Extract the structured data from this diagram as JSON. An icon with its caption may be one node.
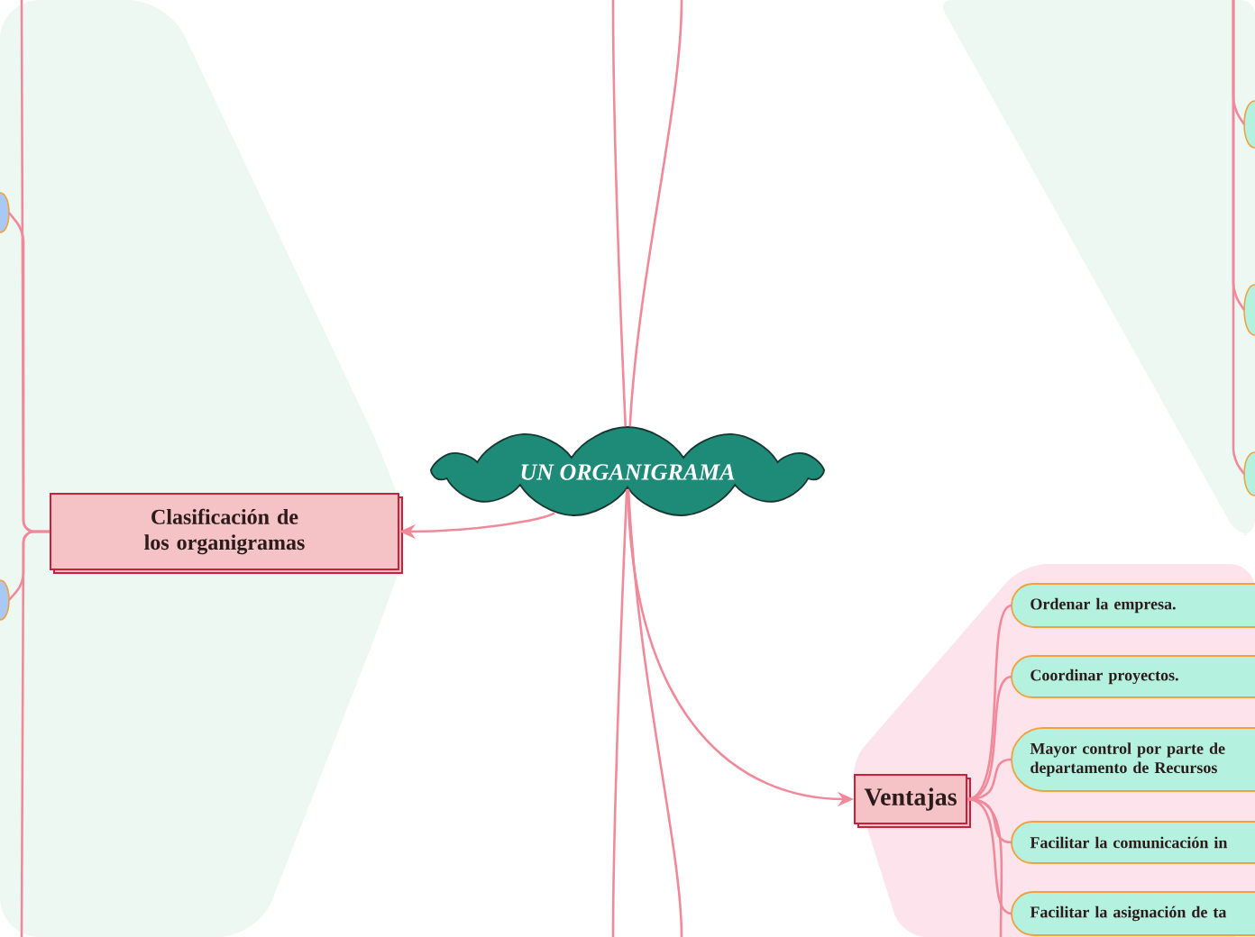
{
  "diagram": {
    "nodes": [
      {
        "text": [],
        "shape": "band"
      },
      {
        "text": [],
        "shape": "circle",
        "in": 0
      },
      {
        "text": [
          "Clasificación de los organigramas"
        ],
        "in": 0
      },
      {
        "text": [],
        "shape": "circle",
        "in": 0
      },
      {
        "text": [
          "UN ORGANIGRAMA"
        ]
      },
      {
        "text": [],
        "shape": "band"
      },
      {
        "text": [],
        "shape": "circle",
        "in": 5
      },
      {
        "text": [],
        "shape": "circle",
        "in": 5
      },
      {
        "text": [],
        "shape": "circle",
        "in": 5
      },
      {
        "text": [],
        "shape": "band"
      },
      {
        "text": [
          "Ventajas"
        ],
        "in": 9
      },
      {
        "text": [
          "Ordenar la empresa."
        ],
        "in": 9
      },
      {
        "text": [
          "Coordinar proyectos."
        ],
        "in": 9
      },
      {
        "text": [
          "Mayor control por parte de departamento de Recursos"
        ],
        "in": 9
      },
      {
        "text": [
          "Facilitar la comunicación in"
        ],
        "in": 9
      },
      {
        "text": [
          "Facilitar la asignación de ta"
        ],
        "in": 9
      }
    ],
    "edges": [
      {
        "from": 4,
        "to": 2,
        "arrow": "to"
      },
      {
        "from": 4,
        "to": 10,
        "arrow": "to"
      },
      {
        "from": 4,
        "to": null,
        "arrow": "none"
      },
      {
        "from": 4,
        "to": null,
        "arrow": "none"
      },
      {
        "from": 4,
        "to": null,
        "arrow": "none"
      },
      {
        "from": 4,
        "to": null,
        "arrow": "none"
      },
      {
        "from": 2,
        "to": 1,
        "arrow": "none"
      },
      {
        "from": 2,
        "to": 3,
        "arrow": "none"
      },
      {
        "from": 2,
        "to": null,
        "arrow": "none"
      },
      {
        "from": 2,
        "to": null,
        "arrow": "none"
      },
      {
        "from": null,
        "to": 6,
        "arrow": "none"
      },
      {
        "from": null,
        "to": 7,
        "arrow": "none"
      },
      {
        "from": null,
        "to": 8,
        "arrow": "none"
      },
      {
        "from": 10,
        "to": 11,
        "arrow": "none"
      },
      {
        "from": 10,
        "to": 12,
        "arrow": "none"
      },
      {
        "from": 10,
        "to": 13,
        "arrow": "none"
      },
      {
        "from": 10,
        "to": 14,
        "arrow": "none"
      },
      {
        "from": 10,
        "to": 15,
        "arrow": "none"
      },
      {
        "from": 10,
        "to": null,
        "arrow": "none"
      }
    ]
  }
}
